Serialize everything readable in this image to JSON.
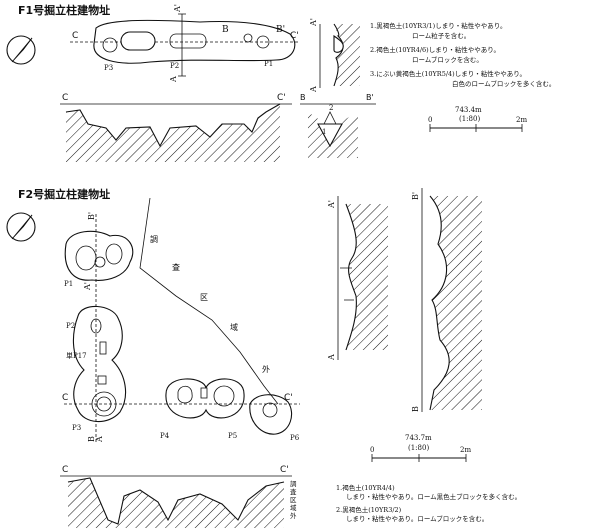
{
  "f1": {
    "title": "F1号掘立柱建物址",
    "section_labels": {
      "a": "A",
      "a_prime": "A'",
      "b": "B",
      "b_prime": "B'",
      "c": "C",
      "c_prime": "C'"
    },
    "pits": [
      "P1",
      "P2",
      "P3"
    ],
    "small_section_layers": [
      "2",
      "1"
    ],
    "legend": [
      "1.黒褐色土(10YR3/1)しまり・粘性ややあり。",
      "ローム粒子を含む。",
      "2.褐色土(10YR4/6)しまり・粘性ややあり。",
      "ロームブロックを含む。",
      "3.にぶい黄褐色土(10YR5/4)しまり・粘性ややあり。",
      "白色のロームブロックを多く含む。"
    ],
    "scale": {
      "elevation": "743.4m",
      "ratio": "(1:80)",
      "zero": "0",
      "end": "2m"
    }
  },
  "f2": {
    "title": "F2号掘立柱建物址",
    "section_labels": {
      "a": "A",
      "a_prime": "A'",
      "b": "B",
      "b_prime": "B'",
      "c": "C",
      "c_prime": "C'"
    },
    "pits": [
      "P1",
      "P2",
      "P3",
      "P4",
      "P5",
      "P6"
    ],
    "pit_ref": "単P17",
    "outside_text": [
      "調",
      "査",
      "区",
      "域",
      "外"
    ],
    "outside_vertical": "調査区域外",
    "scale": {
      "elevation": "743.7m",
      "ratio": "(1:80)",
      "zero": "0",
      "end": "2m"
    },
    "legend": [
      "1.褐色土(10YR4/4)",
      "しまり・粘性ややあり。ローム黒色土ブロックを多く含む。",
      "2.黒褐色土(10YR3/2)",
      "しまり・粘性ややあり。ロームブロックを含む。"
    ]
  }
}
